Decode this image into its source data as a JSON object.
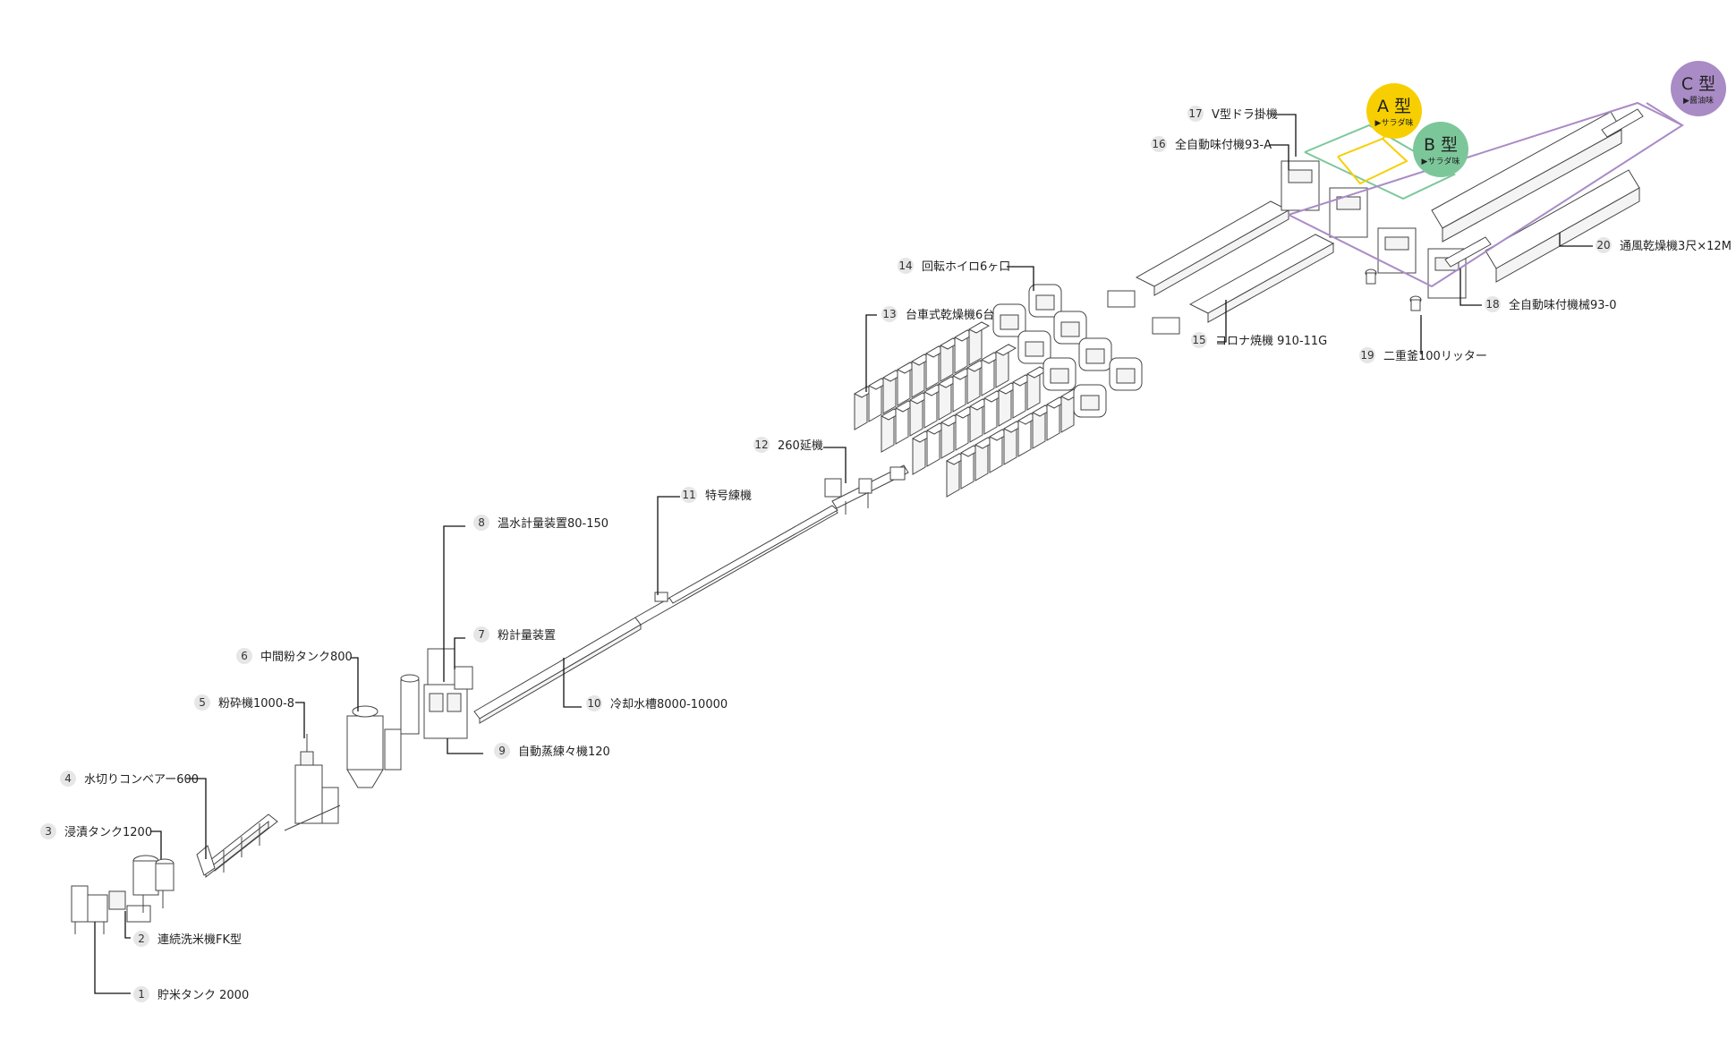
{
  "colors": {
    "a_type": "#f7cf00",
    "b_type": "#7cc79a",
    "c_type": "#a98bc5",
    "leader": "#111111",
    "number_circle": "#e6e6e6"
  },
  "labels": [
    {
      "num": "1",
      "text": "貯米タンク 2000"
    },
    {
      "num": "2",
      "text": "連続洗米機FK型"
    },
    {
      "num": "3",
      "text": "浸漬タンク1200"
    },
    {
      "num": "4",
      "text": "水切りコンベアー600"
    },
    {
      "num": "5",
      "text": "粉砕機1000-8"
    },
    {
      "num": "6",
      "text": "中間粉タンク800"
    },
    {
      "num": "7",
      "text": "粉計量装置"
    },
    {
      "num": "8",
      "text": "温水計量装置80-150"
    },
    {
      "num": "9",
      "text": "自動蒸練々機120"
    },
    {
      "num": "10",
      "text": "冷却水槽8000-10000"
    },
    {
      "num": "11",
      "text": "特号練機"
    },
    {
      "num": "12",
      "text": "260延機"
    },
    {
      "num": "13",
      "text": "台車式乾燥機6台"
    },
    {
      "num": "14",
      "text": "回転ホイロ6ヶ口"
    },
    {
      "num": "15",
      "text": "コロナ焼機 910-11G"
    },
    {
      "num": "16",
      "text": "全自動味付機93-A"
    },
    {
      "num": "17",
      "text": "V型ドラ掛機"
    },
    {
      "num": "18",
      "text": "全自動味付機械93-0"
    },
    {
      "num": "19",
      "text": "二重釜100リッター"
    },
    {
      "num": "20",
      "text": "通風乾燥機3尺×12M"
    }
  ],
  "badges": [
    {
      "title": "A 型",
      "sub": "▶サラダ味",
      "color": "#f7cf00"
    },
    {
      "title": "B 型",
      "sub": "▶サラダ味",
      "color": "#7cc79a"
    },
    {
      "title": "C 型",
      "sub": "▶醤油味",
      "color": "#a98bc5"
    }
  ]
}
